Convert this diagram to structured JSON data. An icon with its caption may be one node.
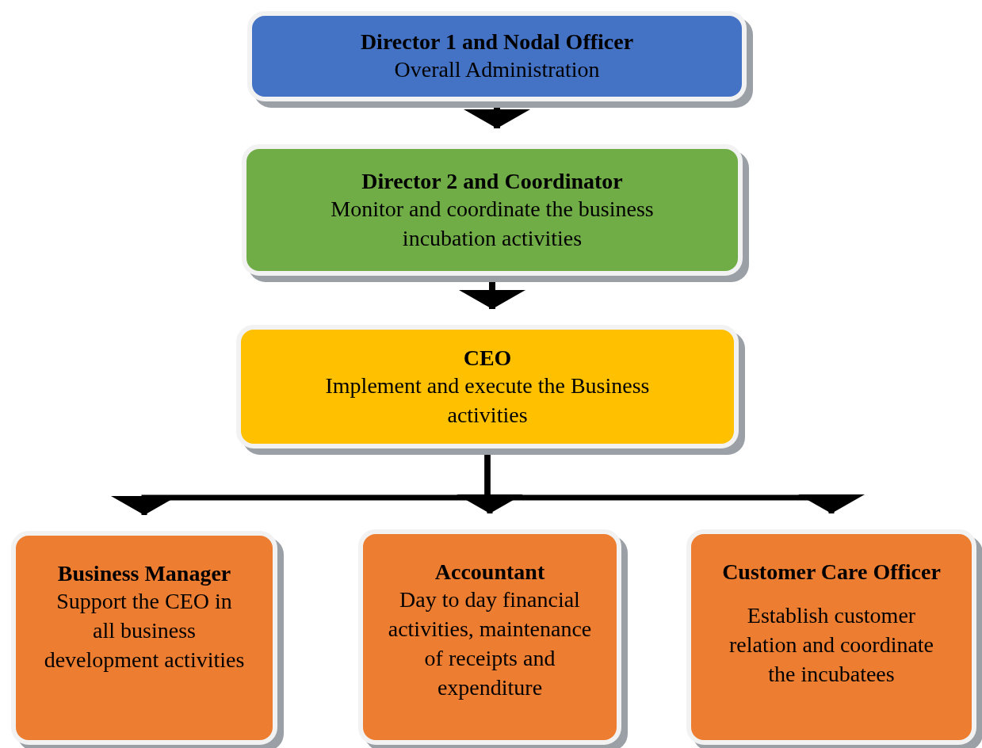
{
  "diagram": {
    "nodes": [
      {
        "text": [
          "Director 1 and Nodal Officer",
          "Overall Administration"
        ]
      },
      {
        "text": [
          "Director 2 and Coordinator",
          "Monitor and coordinate the business incubation activities"
        ]
      },
      {
        "text": [
          "CEO",
          "Implement and execute the Business activities"
        ]
      },
      {
        "text": [
          "Business Manager",
          "Support the CEO in all business development activities"
        ]
      },
      {
        "text": [
          "Accountant",
          "Day to day financial activities, maintenance of receipts and expenditure"
        ]
      },
      {
        "text": [
          "Customer Care Officer",
          "Establish customer relation and coordinate the incubatees"
        ]
      }
    ],
    "edges": [
      {
        "from": 0,
        "to": 1,
        "arrow": "to"
      },
      {
        "from": 1,
        "to": 2,
        "arrow": "to"
      },
      {
        "from": 2,
        "to": 3,
        "arrow": "to"
      },
      {
        "from": 2,
        "to": 4,
        "arrow": "to"
      },
      {
        "from": 2,
        "to": 5,
        "arrow": "to"
      }
    ]
  }
}
